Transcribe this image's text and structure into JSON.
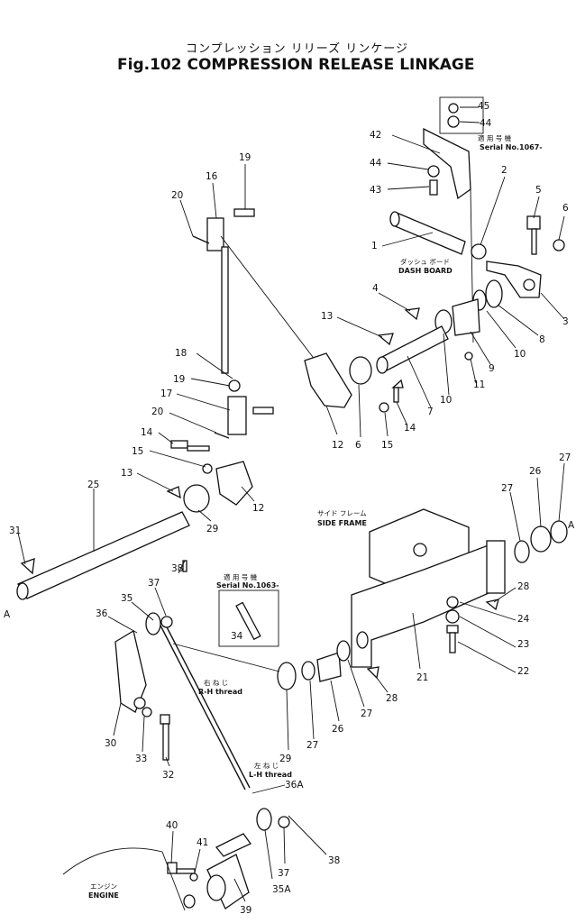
{
  "title": {
    "japanese": "コンプレッション リリーズ リンケージ",
    "english": "Fig.102 COMPRESSION RELEASE LINKAGE"
  },
  "annotations": {
    "serial_top_jp": "適 用 号 機",
    "serial_top": "Serial No.1067-",
    "dash_board_jp": "ダッシュ ボード",
    "dash_board": "DASH BOARD",
    "side_frame_jp": "サイド フレーム",
    "side_frame": "SIDE FRAME",
    "serial_mid_jp": "適 用 号 機",
    "serial_mid": "Serial No.1063-",
    "rh_jp": "右 ね じ",
    "rh_thread": "R-H thread",
    "lh_jp": "左 ね じ",
    "lh_thread": "L-H thread",
    "engine_jp": "エンジン",
    "engine": "ENGINE",
    "mark_a": "A"
  },
  "callouts": [
    "45",
    "44",
    "42",
    "44",
    "43",
    "19",
    "16",
    "20",
    "2",
    "5",
    "6",
    "1",
    "4",
    "13",
    "3",
    "8",
    "10",
    "9",
    "18",
    "19",
    "17",
    "20",
    "11",
    "10",
    "7",
    "12",
    "6",
    "15",
    "14",
    "14",
    "15",
    "13",
    "25",
    "12",
    "29",
    "31",
    "27",
    "26",
    "27",
    "38",
    "37",
    "35",
    "36",
    "34",
    "28",
    "24",
    "23",
    "22",
    "30",
    "33",
    "32",
    "29",
    "27",
    "26",
    "27",
    "28",
    "21",
    "36A",
    "40",
    "41",
    "38",
    "37",
    "35A",
    "39"
  ]
}
